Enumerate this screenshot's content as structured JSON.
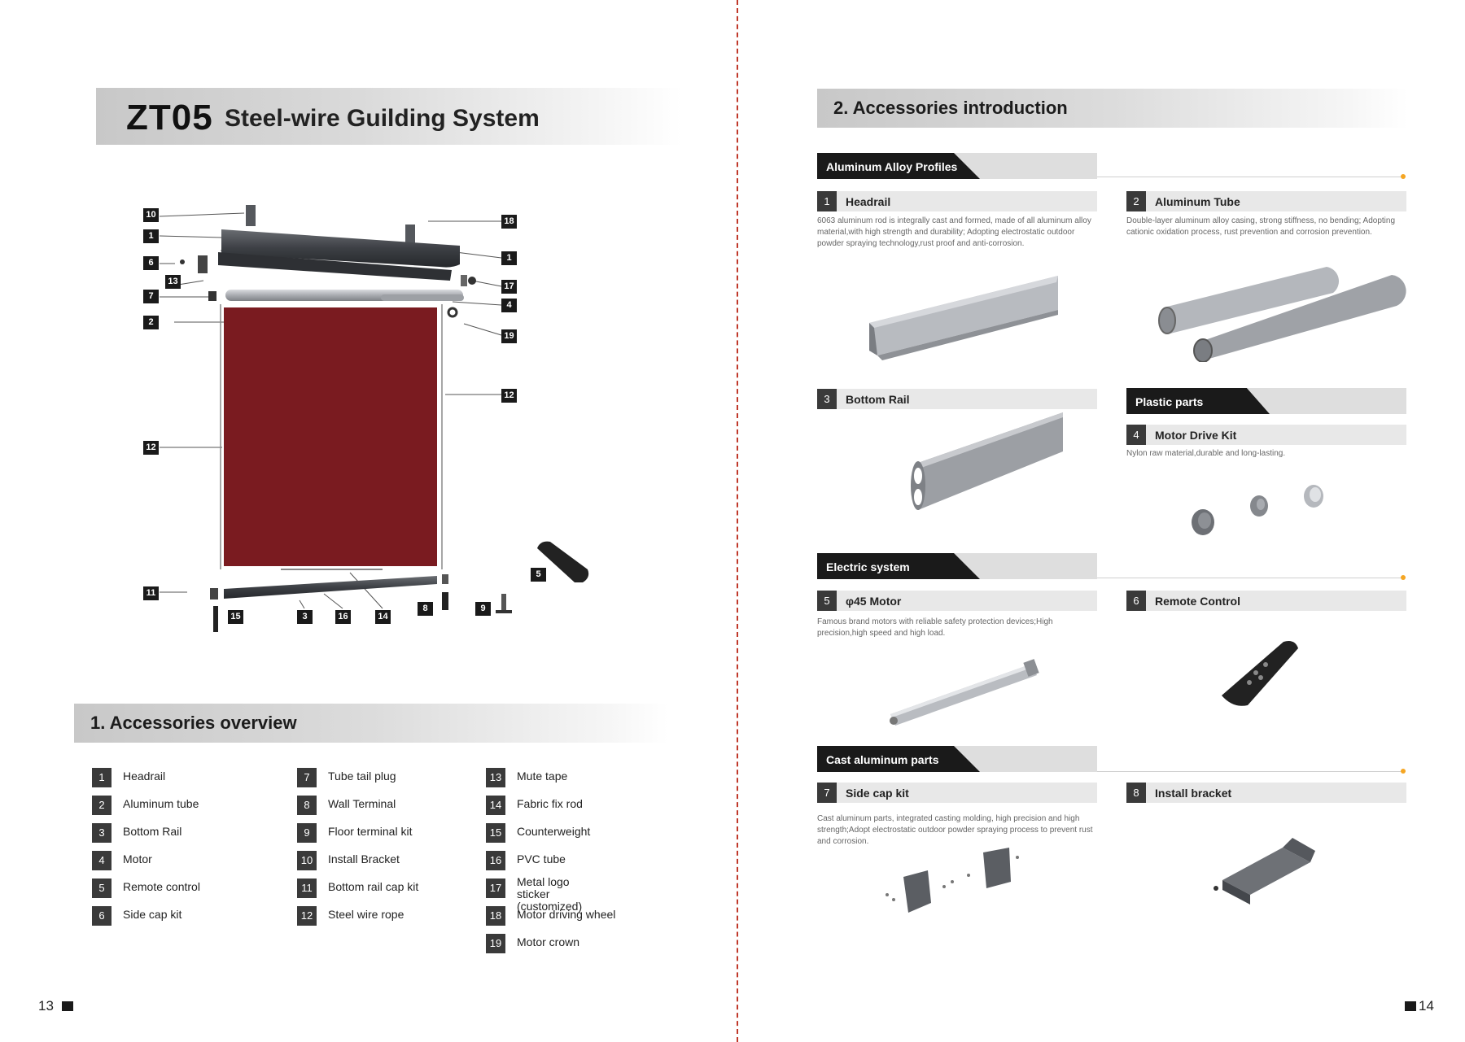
{
  "left_page": {
    "title_code": "ZT05",
    "title_text": "Steel-wire Guilding System",
    "diagram_callouts": [
      "10",
      "1",
      "6",
      "13",
      "7",
      "2",
      "18",
      "1",
      "17",
      "4",
      "19",
      "12",
      "12",
      "5",
      "11",
      "15",
      "3",
      "16",
      "14",
      "8",
      "9"
    ],
    "overview_title": "1.  Accessories overview",
    "overview_items": [
      {
        "num": "1",
        "label": "Headrail"
      },
      {
        "num": "2",
        "label": "Aluminum tube"
      },
      {
        "num": "3",
        "label": "Bottom Rail"
      },
      {
        "num": "4",
        "label": "Motor"
      },
      {
        "num": "5",
        "label": "Remote control"
      },
      {
        "num": "6",
        "label": "Side cap kit"
      },
      {
        "num": "7",
        "label": "Tube tail plug"
      },
      {
        "num": "8",
        "label": "Wall Terminal"
      },
      {
        "num": "9",
        "label": "Floor terminal kit"
      },
      {
        "num": "10",
        "label": "Install Bracket"
      },
      {
        "num": "11",
        "label": "Bottom rail cap kit"
      },
      {
        "num": "12",
        "label": "Steel wire rope"
      },
      {
        "num": "13",
        "label": "Mute tape"
      },
      {
        "num": "14",
        "label": "Fabric fix rod"
      },
      {
        "num": "15",
        "label": "Counterweight"
      },
      {
        "num": "16",
        "label": "PVC tube"
      },
      {
        "num": "17",
        "label": "Metal logo sticker\n(customized)"
      },
      {
        "num": "18",
        "label": "Motor driving wheel"
      },
      {
        "num": "19",
        "label": "Motor crown"
      }
    ],
    "page_number": "13"
  },
  "right_page": {
    "section_title": "2.  Accessories introduction",
    "categories": {
      "profiles": "Aluminum Alloy Profiles",
      "plastic": "Plastic parts",
      "electric": "Electric system",
      "cast": "Cast aluminum parts"
    },
    "items": {
      "headrail": {
        "num": "1",
        "name": "Headrail",
        "desc": "6063 aluminum rod is integrally cast and formed, made of all aluminum alloy material,with high strength and durability; Adopting electrostatic outdoor powder spraying technology,rust proof and anti-corrosion."
      },
      "tube": {
        "num": "2",
        "name": "Aluminum Tube",
        "desc": "Double-layer aluminum alloy casing, strong stiffness, no bending; Adopting cationic oxidation process, rust prevention and corrosion prevention."
      },
      "bottom_rail": {
        "num": "3",
        "name": "Bottom Rail",
        "desc": ""
      },
      "motor_kit": {
        "num": "4",
        "name": "Motor Drive Kit",
        "desc": "Nylon raw material,durable and long-lasting."
      },
      "motor": {
        "num": "5",
        "name": "φ45 Motor",
        "desc": "Famous brand motors with reliable safety protection devices;High precision,high speed and high load."
      },
      "remote": {
        "num": "6",
        "name": "Remote Control",
        "desc": ""
      },
      "side_cap": {
        "num": "7",
        "name": "Side cap kit",
        "desc": "Cast aluminum parts, integrated casting molding, high precision and high strength;Adopt electrostatic outdoor powder spraying process to prevent rust and corrosion."
      },
      "bracket": {
        "num": "8",
        "name": "Install bracket",
        "desc": ""
      }
    },
    "page_number": "14"
  },
  "colors": {
    "accent_dot": "#f5a623",
    "divider": "#c0392b",
    "fabric": "#7a1b20"
  }
}
